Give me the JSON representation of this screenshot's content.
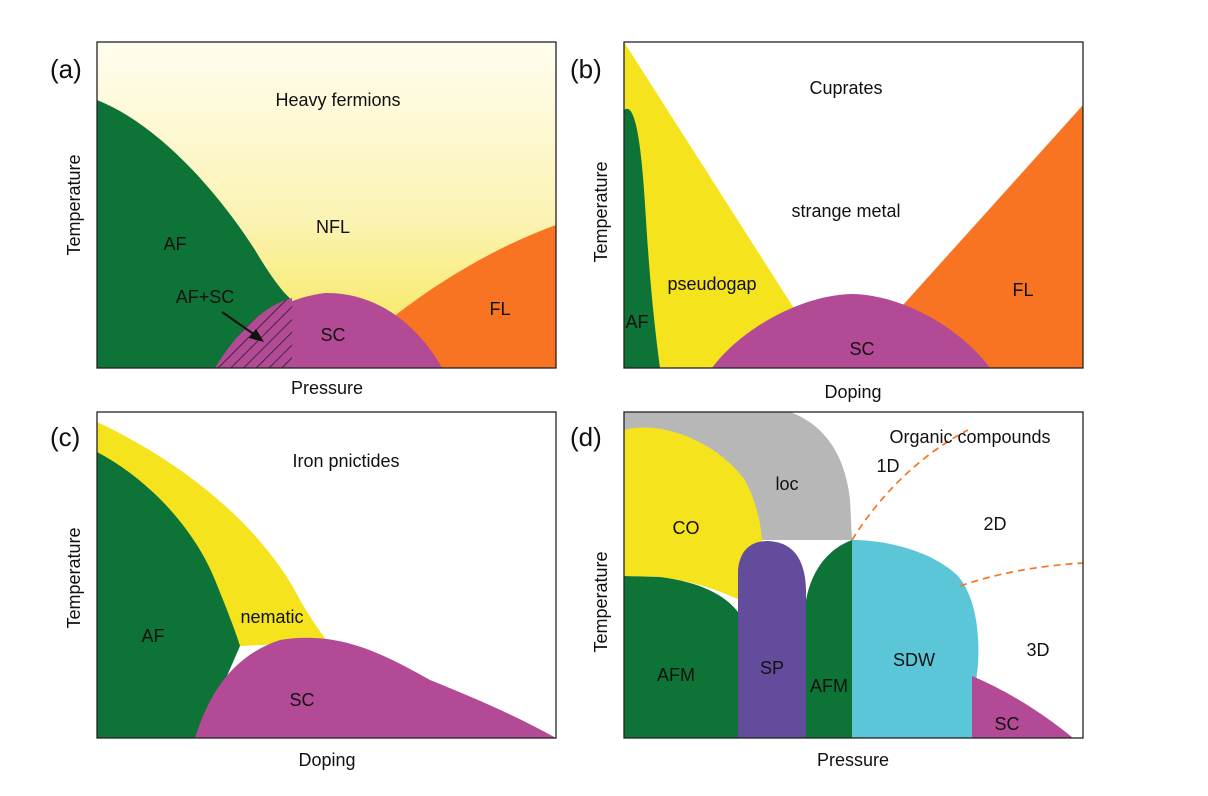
{
  "colors": {
    "af_green": "#0e7337",
    "sc_magenta": "#b24a95",
    "fl_orange": "#f87423",
    "yellow": "#f5e41d",
    "grey": "#b7b7b7",
    "purple": "#634c9b",
    "cyan": "#5bc6d8",
    "dashed_orange": "#f87423"
  },
  "panels": [
    {
      "tag": "(a)",
      "title": "Heavy fermions",
      "xlabel": "Pressure",
      "ylabel": "Temperature",
      "regions": [
        "AF",
        "NFL",
        "AF+SC",
        "SC",
        "FL"
      ]
    },
    {
      "tag": "(b)",
      "title": "Cuprates",
      "xlabel": "Doping",
      "ylabel": "Temperature",
      "regions": [
        "strange metal",
        "pseudogap",
        "AF",
        "SC",
        "FL"
      ]
    },
    {
      "tag": "(c)",
      "title": "Iron pnictides",
      "xlabel": "Doping",
      "ylabel": "Temperature",
      "regions": [
        "nematic",
        "AF",
        "SC"
      ]
    },
    {
      "tag": "(d)",
      "title": "Organic compounds",
      "xlabel": "Pressure",
      "ylabel": "Temperature",
      "regions": [
        "1D",
        "loc",
        "CO",
        "2D",
        "SP",
        "AFM",
        "AFM",
        "SDW",
        "3D",
        "SC"
      ]
    }
  ]
}
